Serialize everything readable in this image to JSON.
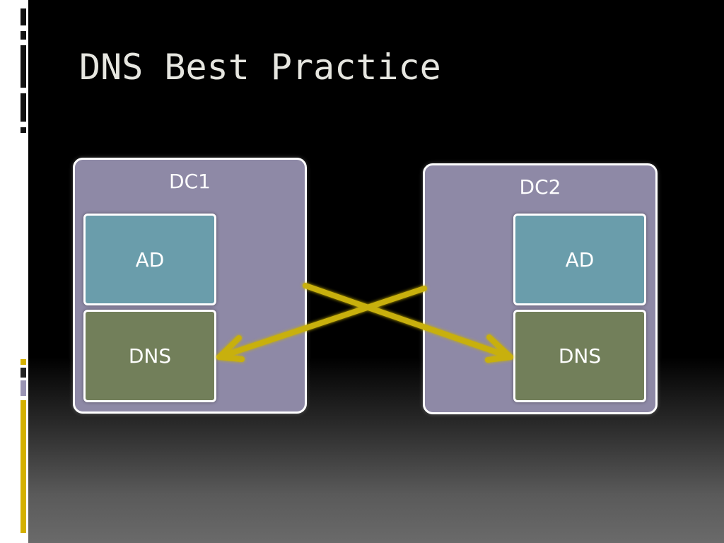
{
  "slide": {
    "title": "DNS Best Practice"
  },
  "diagram": {
    "dc1": {
      "label": "DC1",
      "ad_label": "AD",
      "dns_label": "DNS"
    },
    "dc2": {
      "label": "DC2",
      "ad_label": "AD",
      "dns_label": "DNS"
    }
  },
  "colors": {
    "dc_fill": "#8e89a6",
    "ad_fill": "#6a9dab",
    "dns_fill": "#727f5a",
    "arrow": "#c8b010",
    "accent_bar": "#d4b000"
  }
}
